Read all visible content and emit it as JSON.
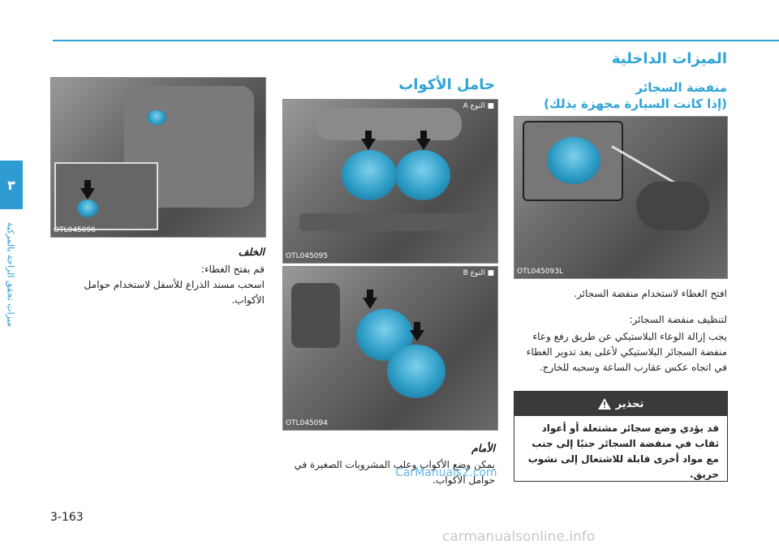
{
  "chapter": {
    "number": "٣",
    "side_label": "ميزات تحقق الراحة بالمركبة"
  },
  "page_number": "3-163",
  "right_col": {
    "title": "الميزات الداخلية",
    "subtitle_1": "منفضة السجائر",
    "subtitle_2": "(إذا كانت السيارة مجهزة بذلك)",
    "photo_code": "OTL045093L",
    "para_1": "افتح الغطاء لاستخدام منفضة السجائر.",
    "para_2": "لتنظيف منفضة السجائر:",
    "para_3": "يجب إزالة الوعاء البلاستيكي عن طريق رفع وعاء منفضة السجائر البلاستيكي لأعلى بعد تدوير الغطاء في اتجاه عكس عقارب الساعة وسحبه للخارج."
  },
  "warning": {
    "heading": "تحذير",
    "text": "قد يؤدي وضع سجائر مشتعلة أو أعواد ثقاب في منفضة السجائر جنبًا إلى جنب مع مواد أخرى قابلة للاشتعال إلى نشوب حريق."
  },
  "middle_col": {
    "title": "حامل الأكواب",
    "photo_a_tag": "■ النوع A",
    "photo_a_code": "OTL045095",
    "photo_b_tag": "■ النوع B",
    "photo_b_code": "OTL045094",
    "front_heading": "الأمام",
    "front_text": "يمكن وضع الأكواب وعلب المشروبات الصغيرة في حوامل الأكواب."
  },
  "left_col": {
    "photo_code": "OTL045096",
    "rear_heading": "الخلف",
    "rear_line_1": "قم بفتح الغطاء:",
    "rear_line_2": "اسحب مسند الذراع للأسفل لاستخدام حوامل الأكواب."
  },
  "watermarks": {
    "site_1": "CarManuals2.com",
    "site_2": "carmanualsonline.info"
  }
}
